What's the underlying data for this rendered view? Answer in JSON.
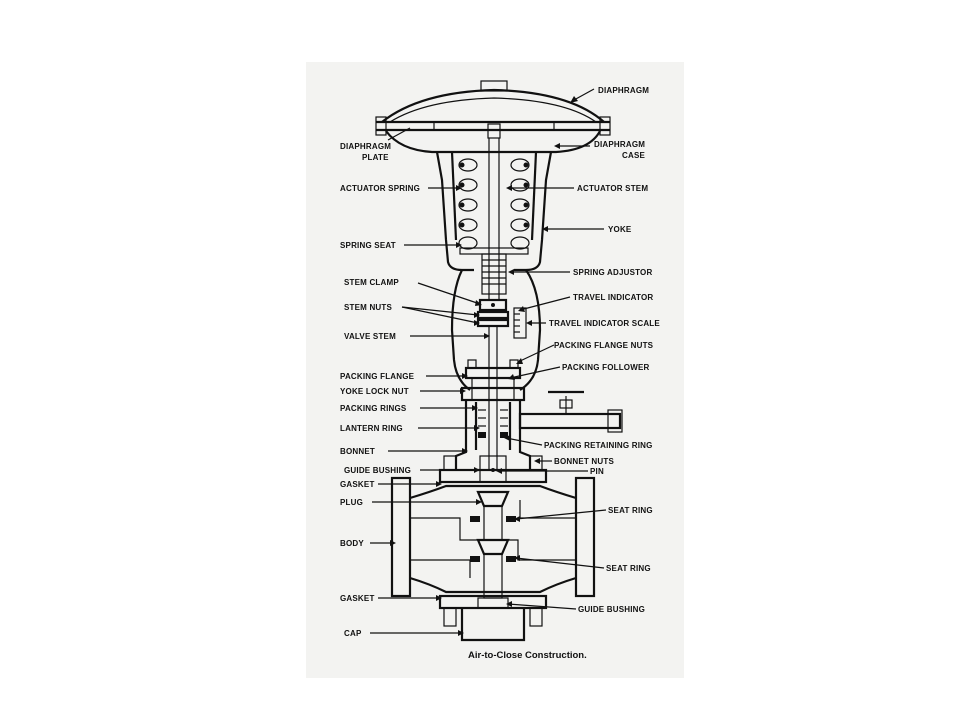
{
  "labels": {
    "diaphragm": "DIAPHRAGM",
    "diaphragm_plate_1": "DIAPHRAGM",
    "diaphragm_plate_2": "PLATE",
    "diaphragm_case_1": "DIAPHRAGM",
    "diaphragm_case_2": "CASE",
    "actuator_spring": "ACTUATOR SPRING",
    "actuator_stem": "ACTUATOR STEM",
    "yoke": "YOKE",
    "spring_seat": "SPRING SEAT",
    "spring_adjustor": "SPRING ADJUSTOR",
    "stem_clamp": "STEM CLAMP",
    "travel_indicator": "TRAVEL INDICATOR",
    "stem_nuts": "STEM NUTS",
    "travel_indicator_scale": "TRAVEL INDICATOR SCALE",
    "valve_stem": "VALVE STEM",
    "packing_flange_nuts": "PACKING FLANGE NUTS",
    "packing_flange": "PACKING FLANGE",
    "packing_follower": "PACKING FOLLOWER",
    "yoke_lock_nut": "YOKE LOCK NUT",
    "packing_rings": "PACKING RINGS",
    "lantern_ring": "LANTERN RING",
    "bonnet": "BONNET",
    "packing_retaining_ring": "PACKING RETAINING RING",
    "bonnet_nuts": "BONNET NUTS",
    "guide_bushing_top": "GUIDE BUSHING",
    "pin": "PIN",
    "gasket_top": "GASKET",
    "plug": "PLUG",
    "seat_ring_top": "SEAT RING",
    "body": "BODY",
    "seat_ring_bottom": "SEAT RING",
    "gasket_bottom": "GASKET",
    "guide_bushing_bottom": "GUIDE BUSHING",
    "cap": "CAP"
  },
  "caption": "Air-to-Close Construction.",
  "colors": {
    "ink": "#111111",
    "paper": "#f3f3f1",
    "background": "#ffffff"
  }
}
